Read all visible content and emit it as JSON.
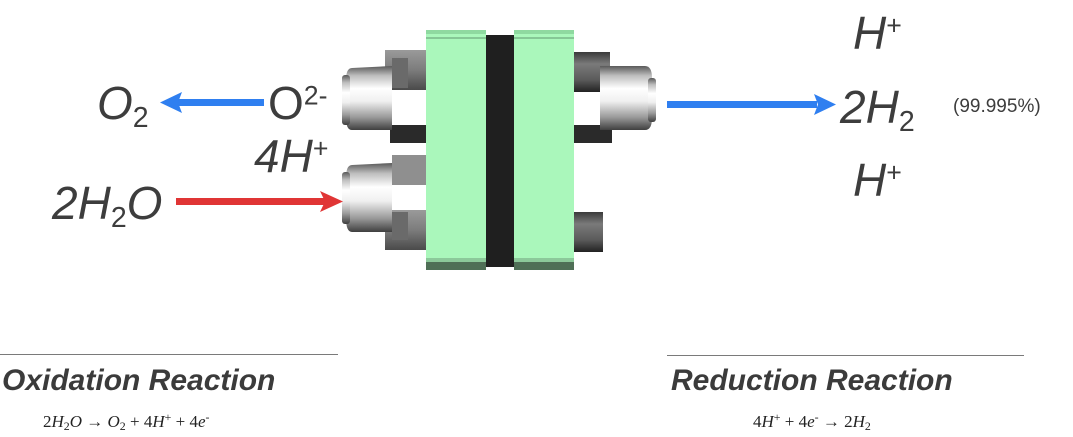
{
  "colors": {
    "oxygen_arrow": "#2f7ff0",
    "water_arrow": "#e03535",
    "hydrogen_arrow": "#2f7ff0",
    "end_plate": "#aaf7bb",
    "membrane": "#1f1f1f",
    "text": "#3d3d3d"
  },
  "anode_side": {
    "o2_label": {
      "main": "O",
      "sub": "2"
    },
    "oxide_ion_label": {
      "main": "O",
      "sup": "2-"
    },
    "proton_label": {
      "main": "4H",
      "sup": "+"
    },
    "water_label": {
      "pre": "2H",
      "sub": "2",
      "post": "O"
    }
  },
  "cathode_side": {
    "proton_top_label": {
      "main": "H",
      "sup": "+"
    },
    "hydrogen_label": {
      "main": "2H",
      "sub": "2"
    },
    "proton_bottom_label": {
      "main": "H",
      "sup": "+"
    },
    "purity_label": "(99.995%)"
  },
  "oxidation": {
    "heading": "Oxidation Reaction",
    "equation": {
      "reactant_coef": "2",
      "reactant_h": "H",
      "reactant_h_sub": "2",
      "reactant_o": "O",
      "arrow": "→",
      "p1": "O",
      "p1_sub": "2",
      "plus1": "+",
      "p2_coef": "4",
      "p2": "H",
      "p2_sup": "+",
      "plus2": "+",
      "p3_coef": "4",
      "p3": "e",
      "p3_sup": "-"
    }
  },
  "reduction": {
    "heading": "Reduction Reaction",
    "equation": {
      "r1_coef": "4",
      "r1": "H",
      "r1_sup": "+",
      "plus": "+",
      "r2_coef": "4",
      "r2": "e",
      "r2_sup": "-",
      "arrow": "→",
      "p_coef": "2",
      "p": "H",
      "p_sub": "2"
    }
  }
}
